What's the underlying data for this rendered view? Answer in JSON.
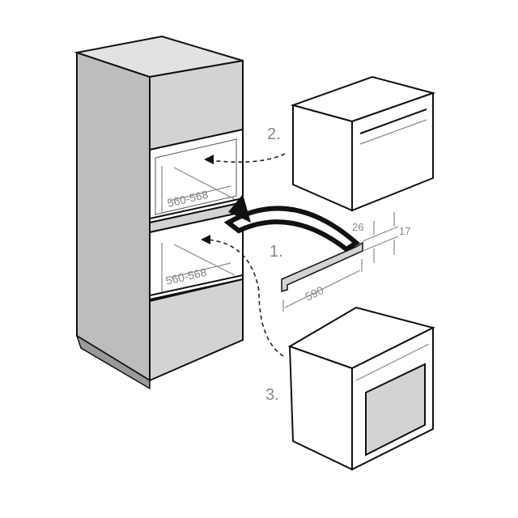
{
  "steps": {
    "step1": "1.",
    "step2": "2.",
    "step3": "3."
  },
  "dimensions": {
    "upper_niche_depth": "560-568",
    "lower_niche_depth": "560-568",
    "strip_length": "590",
    "strip_height_a": "26",
    "strip_height_b": "17"
  },
  "colors": {
    "panel": "#d3d3d3",
    "panel_dark": "#bdbdbd",
    "line": "#111111",
    "label": "#888888"
  }
}
